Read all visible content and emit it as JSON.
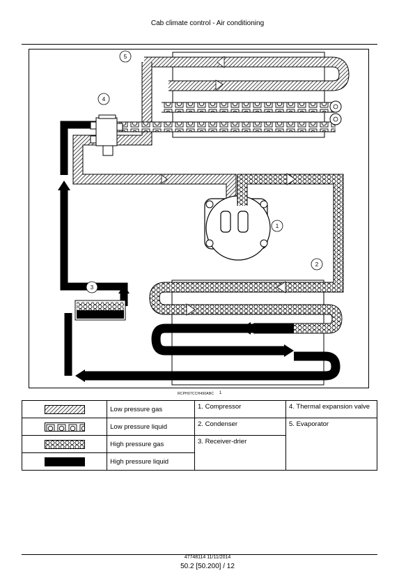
{
  "header": {
    "title": "Cab climate control - Air conditioning"
  },
  "figure": {
    "callouts": [
      "1",
      "2",
      "3",
      "4",
      "5"
    ],
    "code": "RCPH07CCH490ABC",
    "number": "1"
  },
  "legend": {
    "rows": [
      {
        "swatch": "hatched",
        "label": "Low pressure gas"
      },
      {
        "swatch": "rings",
        "label": "Low pressure liquid"
      },
      {
        "swatch": "beads",
        "label": "High pressure gas"
      },
      {
        "swatch": "solid",
        "label": "High pressure liquid"
      }
    ],
    "components": [
      "1.  Compressor",
      "2.  Condenser",
      "3.  Receiver-drier",
      "4.  Thermal expansion valve",
      "5.  Evaporator"
    ]
  },
  "footer": {
    "doc_code": "47748114 11/11/2014",
    "page": "50.2 [50.200] / 12"
  }
}
